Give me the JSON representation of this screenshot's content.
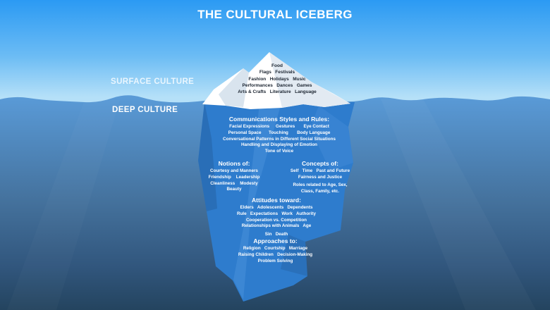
{
  "title": "THE CULTURAL ICEBERG",
  "labels": {
    "surface": "SURFACE CULTURE",
    "deep": "DEEP CULTURE"
  },
  "iceberg": {
    "surface_items": [
      "Food",
      "Flags   Festivals",
      "Fashion   Holidays   Music",
      "Performances   Dances   Games",
      "Arts & Crafts   Literature   Language"
    ],
    "sections": {
      "communications": {
        "heading": "Communications Styles and Rules:",
        "lines": [
          "Facial Expressions     Gestures       Eye Contact",
          "Personal Space      Touching       Body Language",
          "Conversational Patterns in Different Social Situations",
          "Handling and Displaying of Emotion",
          "Tone of Voice"
        ]
      },
      "notions": {
        "heading": "Notions of:",
        "lines": [
          "Courtesy and Manners",
          "Friendship    Leadership",
          "Cleanliness    Modesty",
          "Beauty"
        ]
      },
      "concepts": {
        "heading": "Concepts of:",
        "lines": [
          "Self   Time   Past and Future",
          "Fairness and Justice",
          "Roles related to Age, Sex,",
          "Class, Family, etc."
        ]
      },
      "attitudes": {
        "heading": "Attitudes toward:",
        "lines": [
          "Elders   Adolescents   Dependents",
          "Rule   Expectations   Work   Authority",
          "Cooperation vs. Competition",
          "Relationships with Animals   Age",
          "Sin   Death"
        ]
      },
      "approaches": {
        "heading": "Approaches to:",
        "lines": [
          "Religion   Courtship   Marriage",
          "Raising Children   Decision-Making",
          "Problem Solving"
        ]
      }
    }
  },
  "colors": {
    "sky_top": "#2b9af3",
    "sky_bottom": "#b5e0f8",
    "water_surface": "#5a9bd8",
    "water_deep": "#24445f",
    "iceberg_above_water": "#ffffff",
    "iceberg_below_water": "#2e7ccd",
    "surface_text": "#1b2430",
    "deep_text": "#ffffff"
  }
}
